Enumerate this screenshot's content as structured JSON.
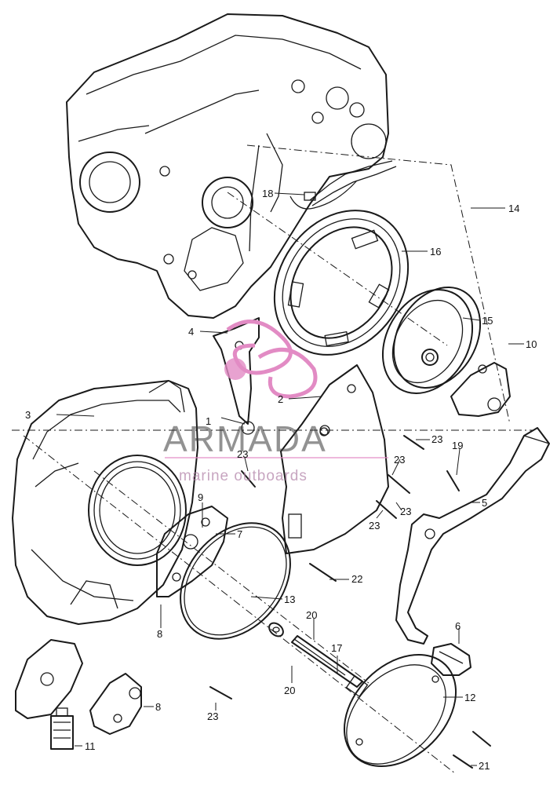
{
  "watermark": {
    "title": "ARMADA",
    "subtitle": "marine outboards",
    "logo_color": "#e28bc4",
    "text_color": "#3a3a3a"
  },
  "callouts": [
    {
      "id": "c1",
      "label": "1"
    },
    {
      "id": "c2",
      "label": "2"
    },
    {
      "id": "c3",
      "label": "3"
    },
    {
      "id": "c4",
      "label": "4"
    },
    {
      "id": "c5",
      "label": "5"
    },
    {
      "id": "c6",
      "label": "6"
    },
    {
      "id": "c7",
      "label": "7"
    },
    {
      "id": "c8a",
      "label": "8"
    },
    {
      "id": "c8b",
      "label": "8"
    },
    {
      "id": "c9",
      "label": "9"
    },
    {
      "id": "c10",
      "label": "10"
    },
    {
      "id": "c11",
      "label": "11"
    },
    {
      "id": "c12",
      "label": "12"
    },
    {
      "id": "c13",
      "label": "13"
    },
    {
      "id": "c14",
      "label": "14"
    },
    {
      "id": "c15",
      "label": "15"
    },
    {
      "id": "c16",
      "label": "16"
    },
    {
      "id": "c17",
      "label": "17"
    },
    {
      "id": "c18",
      "label": "18"
    },
    {
      "id": "c19",
      "label": "19"
    },
    {
      "id": "c20a",
      "label": "20"
    },
    {
      "id": "c20b",
      "label": "20"
    },
    {
      "id": "c21",
      "label": "21"
    },
    {
      "id": "c22",
      "label": "22"
    },
    {
      "id": "c23a",
      "label": "23"
    },
    {
      "id": "c23b",
      "label": "23"
    },
    {
      "id": "c23c",
      "label": "23"
    },
    {
      "id": "c23d",
      "label": "23"
    },
    {
      "id": "c23e",
      "label": "23"
    },
    {
      "id": "c23f",
      "label": "23"
    }
  ]
}
